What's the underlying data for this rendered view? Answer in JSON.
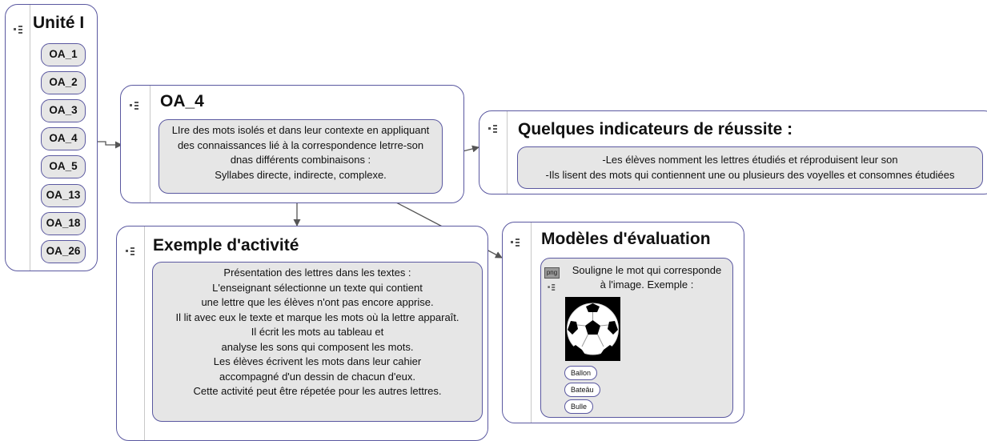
{
  "unite": {
    "title": "Unité I",
    "items": [
      "OA_1",
      "OA_2",
      "OA_3",
      "OA_4",
      "OA_5",
      "OA_13",
      "OA_18",
      "OA_26"
    ]
  },
  "oa4": {
    "title": "OA_4",
    "lines": [
      "LIre des mots isolés et dans leur contexte en appliquant",
      "des connaissances lié à la correspondence letrre-son",
      "dnas différents combinaisons :",
      "Syllabes directe, indirecte, complexe."
    ]
  },
  "indicateurs": {
    "title": "Quelques indicateurs de réussite :",
    "lines": [
      "-Les élèves nomment les lettres étudiés et réproduisent leur son",
      "-Ils lisent des mots qui contiennent une ou plusieurs des voyelles et consomnes étudiées"
    ]
  },
  "exemple": {
    "title": "Exemple d'activité",
    "lines": [
      "Présentation des lettres dans les textes :",
      "L'enseignant sélectionne un texte qui contient",
      "une lettre que les élèves n'ont pas encore apprise.",
      "Il lit avec eux le texte et marque les mots où la lettre apparaît.",
      "Il écrit les mots au tableau et",
      "analyse les sons qui  composent les mots.",
      "Les élèves  écrivent les mots dans leur cahier",
      "accompagné d'un dessin de chacun d'eux.",
      "Cette activité peut être répetée pour les autres lettres."
    ]
  },
  "modeles": {
    "title": "Modèles d'évaluation",
    "badge": "png",
    "lines": [
      "Souligne le mot qui corresponde",
      "à l'image. Exemple :"
    ],
    "image": "soccer-ball",
    "options": [
      "Ballon",
      "Bateâu",
      "Bulle"
    ]
  }
}
